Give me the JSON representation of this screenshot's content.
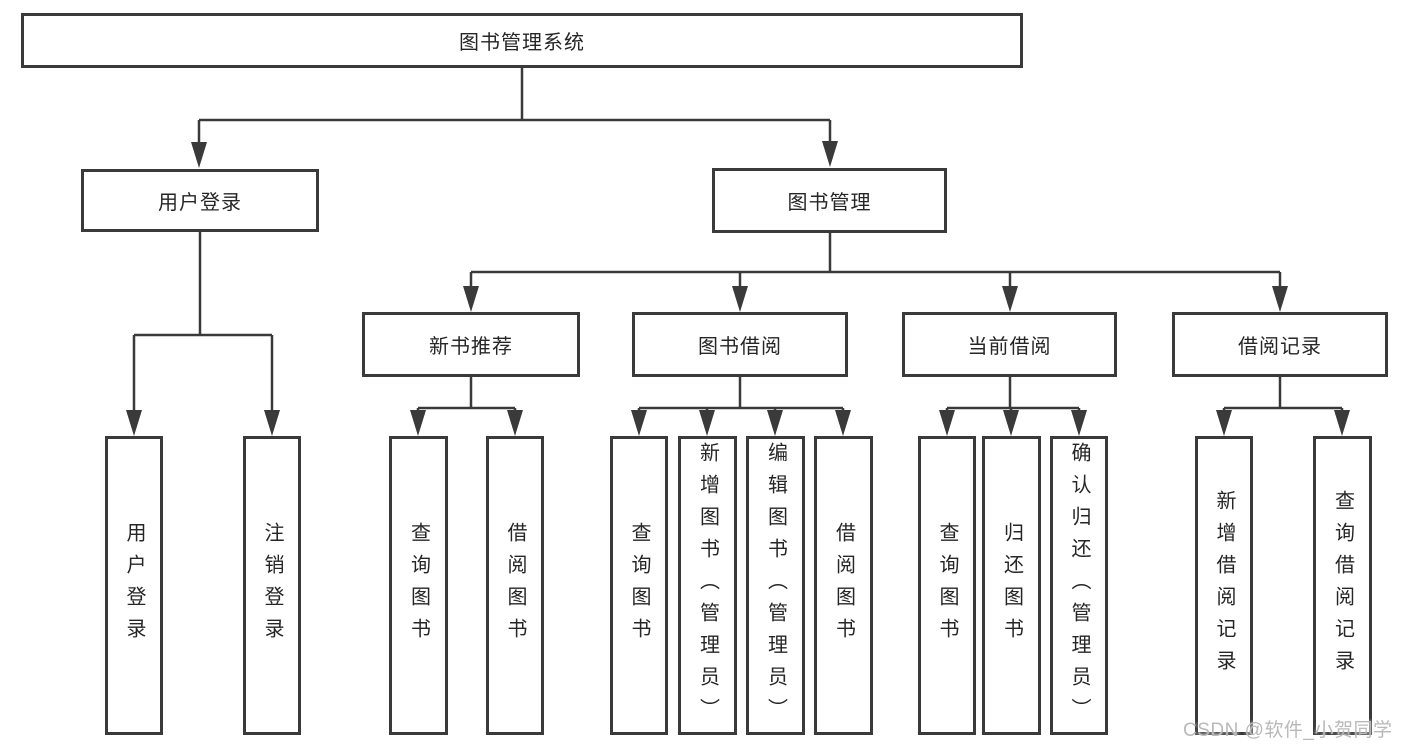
{
  "root": {
    "label": "图书管理系统"
  },
  "level2": {
    "user_login": {
      "label": "用户登录"
    },
    "book_mgmt": {
      "label": "图书管理"
    }
  },
  "level3": {
    "new_books": {
      "label": "新书推荐"
    },
    "book_borrow": {
      "label": "图书借阅"
    },
    "current_borrow": {
      "label": "当前借阅"
    },
    "borrow_records": {
      "label": "借阅记录"
    }
  },
  "leaves": {
    "user_login": [
      "用户登录",
      "注销登录"
    ],
    "new_books": [
      "查询图书",
      "借阅图书"
    ],
    "book_borrow": [
      "查询图书",
      "新增图书（管理员）",
      "编辑图书（管理员）",
      "借阅图书"
    ],
    "current_borrow": [
      "查询图书",
      "归还图书",
      "确认归还（管理员）"
    ],
    "borrow_records": [
      "新增借阅记录",
      "查询借阅记录"
    ]
  },
  "watermark": {
    "text": "CSDN @软件_小贺同学"
  },
  "colors": {
    "line": "#3a3a3a",
    "text": "#262626",
    "watermark": "#b9b9b9",
    "background": "#ffffff"
  }
}
